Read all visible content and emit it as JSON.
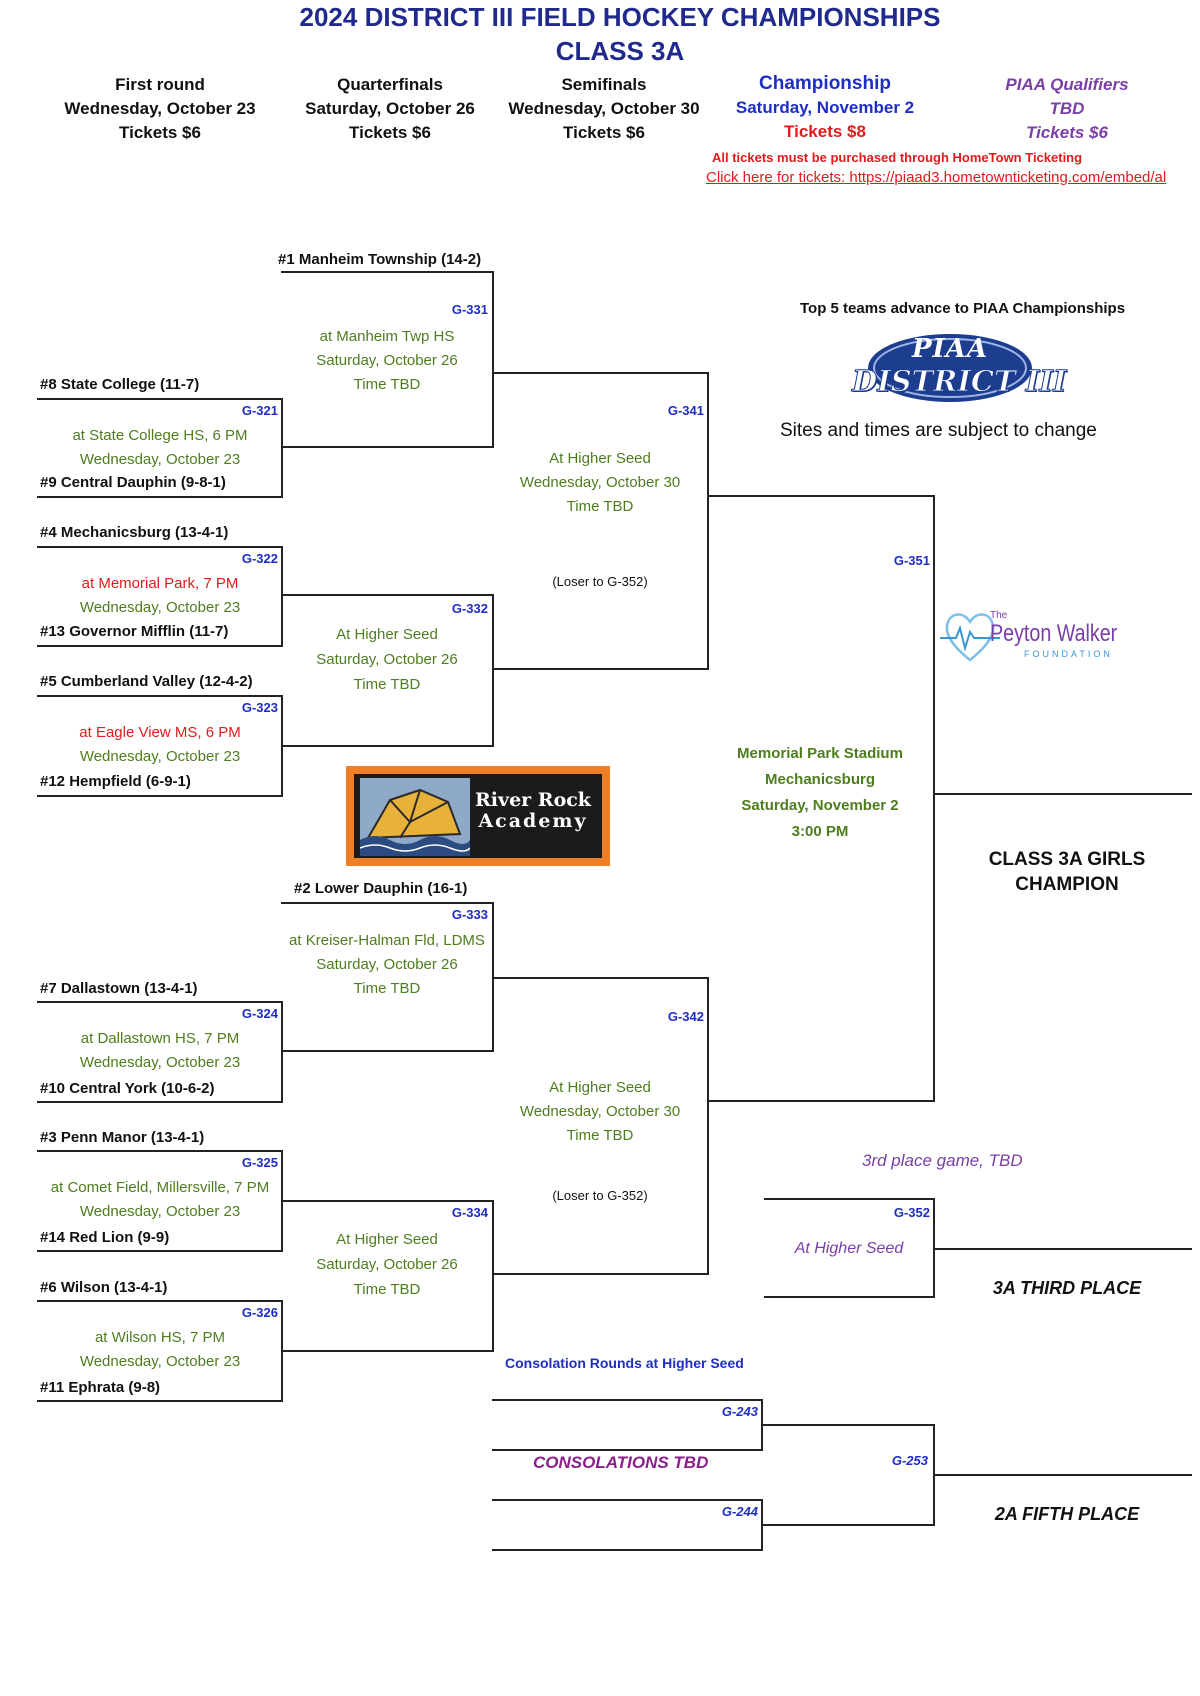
{
  "header": {
    "title_line1": "2024 DISTRICT III FIELD HOCKEY CHAMPIONSHIPS",
    "title_line2": "CLASS 3A"
  },
  "rounds": [
    {
      "name": "First round",
      "date": "Wednesday, October 23",
      "tickets": "Tickets $6"
    },
    {
      "name": "Quarterfinals",
      "date": "Saturday, October 26",
      "tickets": "Tickets $6"
    },
    {
      "name": "Semifinals",
      "date": "Wednesday, October 30",
      "tickets": "Tickets $6"
    },
    {
      "name": "Championship",
      "date": "Saturday, November 2",
      "tickets": "Tickets $8"
    },
    {
      "name": "PIAA Qualifiers",
      "date": "TBD",
      "tickets": "Tickets $6"
    }
  ],
  "ticket_notice": "All tickets must be purchased through HomeTown Ticketing",
  "ticket_link": "Click here for tickets: https://piaad3.hometownticketing.com/embed/al",
  "notes": {
    "top5": "Top 5 teams advance to PIAA Championships",
    "subject_change": "Sites and times are subject to change",
    "third_place_game": "3rd place game, TBD",
    "consolation_rounds": "Consolation Rounds at Higher Seed",
    "consolations_tbd": "CONSOLATIONS TBD"
  },
  "logos": {
    "piaa_line1": "PIAA",
    "piaa_line2": "DISTRICT III",
    "peyton_the": "The",
    "peyton_name": "Peyton Walker",
    "peyton_foundation": "FOUNDATION",
    "river_rock_line1": "River Rock",
    "river_rock_line2": "Academy"
  },
  "teams": {
    "t1": "#1 Manheim Township (14-2)",
    "t8": "#8 State College (11-7)",
    "t9": "#9 Central Dauphin (9-8-1)",
    "t4": "#4 Mechanicsburg (13-4-1)",
    "t13": "#13 Governor Mifflin (11-7)",
    "t5": "#5 Cumberland Valley (12-4-2)",
    "t12": "#12 Hempfield (6-9-1)",
    "t2": "#2 Lower Dauphin (16-1)",
    "t7": "#7 Dallastown (13-4-1)",
    "t10": "#10 Central York (10-6-2)",
    "t3": "#3 Penn Manor (13-4-1)",
    "t14": "#14 Red Lion (9-9)",
    "t6": "#6 Wilson (13-4-1)",
    "t11": "#11 Ephrata (9-8)"
  },
  "games": {
    "g321": {
      "id": "G-321",
      "site": "at State College HS, 6 PM",
      "date": "Wednesday, October 23"
    },
    "g322": {
      "id": "G-322",
      "site": "at Memorial Park, 7 PM",
      "date": "Wednesday, October 23"
    },
    "g323": {
      "id": "G-323",
      "site": "at Eagle View MS, 6 PM",
      "date": "Wednesday, October 23"
    },
    "g324": {
      "id": "G-324",
      "site": "at Dallastown HS, 7 PM",
      "date": "Wednesday, October 23"
    },
    "g325": {
      "id": "G-325",
      "site": "at Comet Field, Millersville, 7 PM",
      "date": "Wednesday, October 23"
    },
    "g326": {
      "id": "G-326",
      "site": "at Wilson HS, 7 PM",
      "date": "Wednesday, October 23"
    },
    "g331": {
      "id": "G-331",
      "site": "at Manheim Twp HS",
      "date": "Saturday, October 26",
      "time": "Time TBD"
    },
    "g332": {
      "id": "G-332",
      "site": "At Higher Seed",
      "date": "Saturday, October 26",
      "time": "Time TBD"
    },
    "g333": {
      "id": "G-333",
      "site": "at Kreiser-Halman Fld, LDMS",
      "date": "Saturday, October 26",
      "time": "Time TBD"
    },
    "g334": {
      "id": "G-334",
      "site": "At Higher Seed",
      "date": "Saturday, October 26",
      "time": "Time TBD"
    },
    "g341": {
      "id": "G-341",
      "site": "At Higher Seed",
      "date": "Wednesday, October 30",
      "time": "Time TBD",
      "loser": "(Loser to G-352)"
    },
    "g342": {
      "id": "G-342",
      "site": "At Higher Seed",
      "date": "Wednesday, October 30",
      "time": "Time TBD",
      "loser": "(Loser to G-352)"
    },
    "g351": {
      "id": "G-351",
      "site": "Memorial Park Stadium",
      "city": "Mechanicsburg",
      "date": "Saturday, November 2",
      "time": "3:00 PM"
    },
    "g352": {
      "id": "G-352",
      "site": "At Higher Seed"
    },
    "g243": {
      "id": "G-243"
    },
    "g244": {
      "id": "G-244"
    },
    "g253": {
      "id": "G-253"
    }
  },
  "results": {
    "champion_line1": "CLASS 3A GIRLS",
    "champion_line2": "CHAMPION",
    "third": "3A THIRD PLACE",
    "fifth": "2A FIFTH PLACE"
  }
}
